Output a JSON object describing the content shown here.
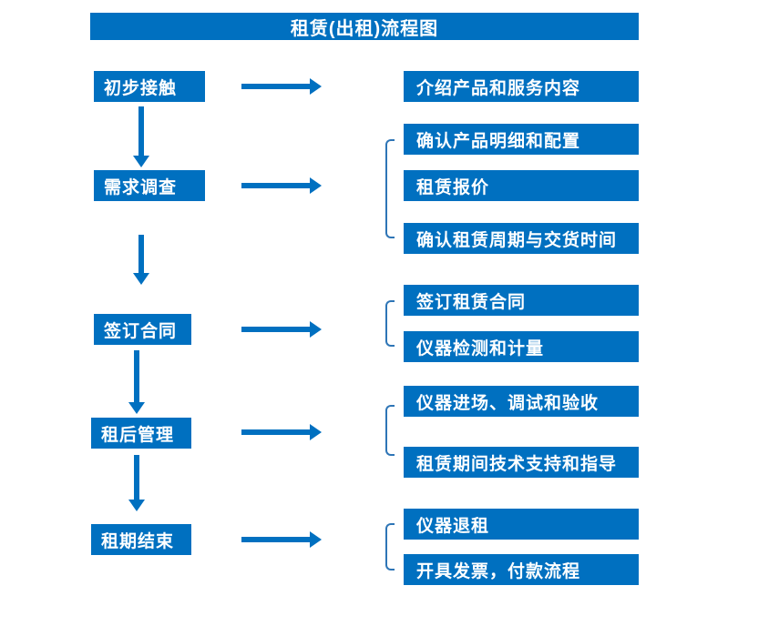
{
  "title": "租赁(出租)流程图",
  "colors": {
    "primary": "#0070C0",
    "bracket": "#2E75B6",
    "text_on_primary": "#FFFFFF",
    "background": "#FFFFFF"
  },
  "flow": {
    "steps": [
      {
        "label": "初步接触",
        "details": [
          "介绍产品和服务内容"
        ]
      },
      {
        "label": "需求调查",
        "details": [
          "确认产品明细和配置",
          "租赁报价",
          "确认租赁周期与交货时间"
        ]
      },
      {
        "label": "签订合同",
        "details": [
          "签订租赁合同",
          "仪器检测和计量"
        ]
      },
      {
        "label": "租后管理",
        "details": [
          "仪器进场、调试和验收",
          "租赁期间技术支持和指导"
        ]
      },
      {
        "label": "租期结束",
        "details": [
          "仪器退租",
          "开具发票，付款流程"
        ]
      }
    ]
  }
}
